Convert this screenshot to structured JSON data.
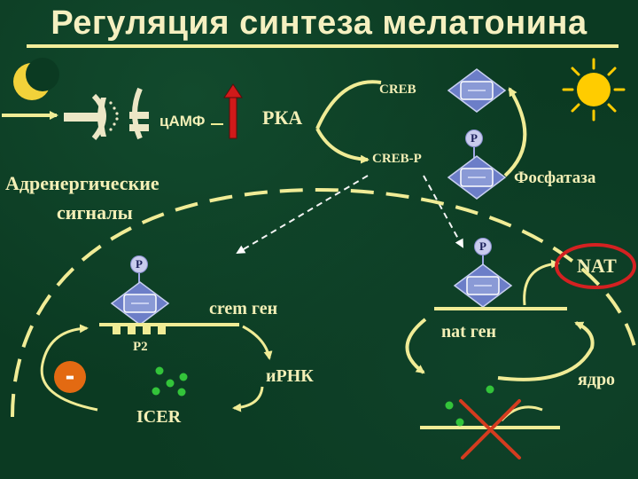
{
  "title": "Регуляция синтеза мелатонина",
  "labels": {
    "camp": "цАМФ",
    "pka": "РКА",
    "creb": "CREB",
    "creb_p": "CREB-P",
    "phosphatase": "Фосфатаза",
    "adrenergic_line1": "Адренергические",
    "adrenergic_line2": "сигналы",
    "crem_gene": "crem ген",
    "p2": "P2",
    "mrna": "иРНК",
    "icer": "ICER",
    "nat_gene": "nat ген",
    "nat": "NAT",
    "nucleus": "ядро",
    "minus": "-",
    "p": "P"
  },
  "icons": [
    "moon-icon",
    "sun-icon",
    "receptor-icon",
    "up-arrow-icon",
    "transcription-factor-icon",
    "cross-icon"
  ],
  "colors": {
    "background": "#0b3a22",
    "text": "#f3efb6",
    "line": "#f0ec96",
    "nat_ring": "#d42121",
    "cross": "#d43b1f",
    "minus_badge": "#e36a12",
    "up_arrow": "#d01a1a",
    "sun": "#ffcc00",
    "moon": "#f2d23a",
    "dots": "#33c43a",
    "protein": "#6c7ec8"
  }
}
